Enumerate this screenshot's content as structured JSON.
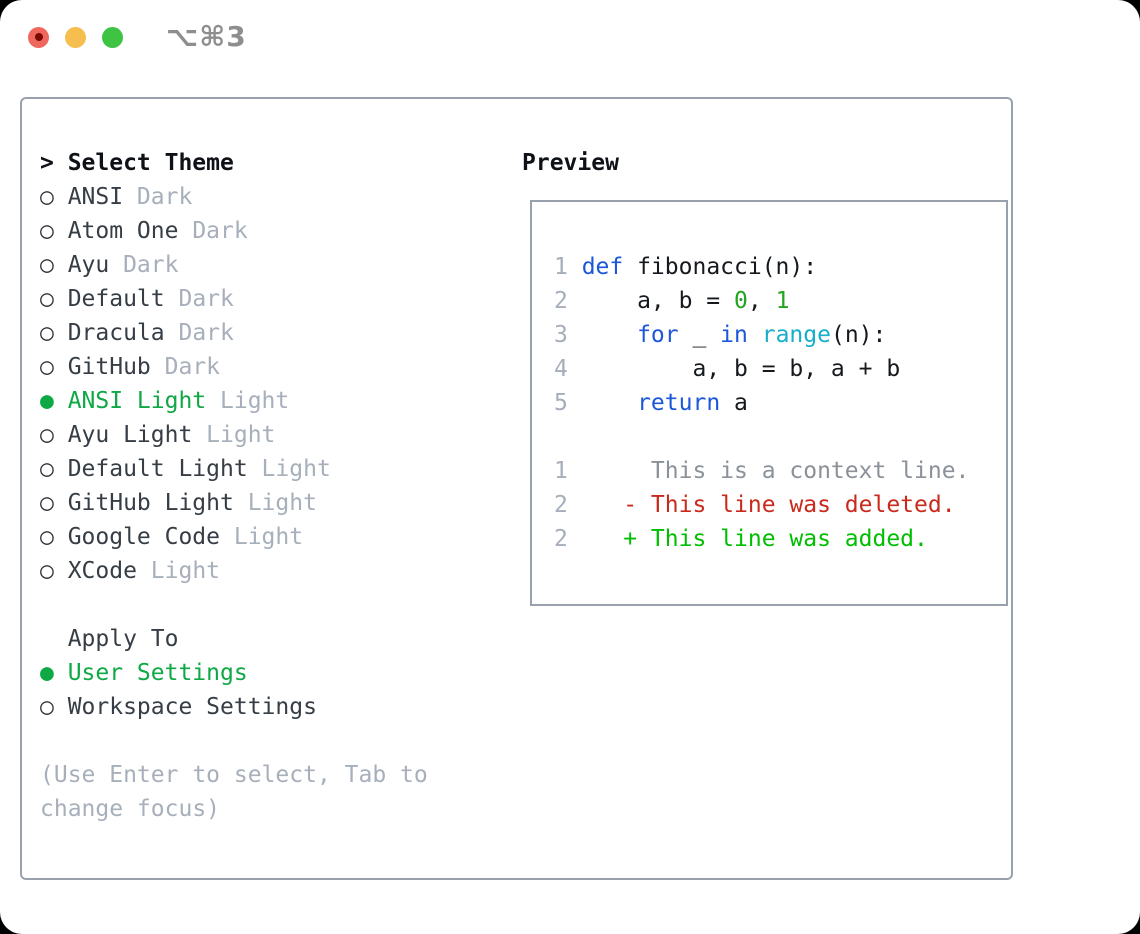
{
  "window": {
    "title": "⌥⌘3",
    "traffic_lights": {
      "close": "close-button",
      "minimize": "minimize-button",
      "zoom": "zoom-button"
    }
  },
  "icons": {
    "cursor": ">",
    "radio_unselected": "○",
    "radio_selected": "●"
  },
  "theme_list": {
    "header": "Select Theme",
    "items": [
      {
        "name": "ANSI",
        "variant": "Dark",
        "selected": false
      },
      {
        "name": "Atom One",
        "variant": "Dark",
        "selected": false
      },
      {
        "name": "Ayu",
        "variant": "Dark",
        "selected": false
      },
      {
        "name": "Default",
        "variant": "Dark",
        "selected": false
      },
      {
        "name": "Dracula",
        "variant": "Dark",
        "selected": false
      },
      {
        "name": "GitHub",
        "variant": "Dark",
        "selected": false
      },
      {
        "name": "ANSI Light",
        "variant": "Light",
        "selected": true
      },
      {
        "name": "Ayu Light",
        "variant": "Light",
        "selected": false
      },
      {
        "name": "Default Light",
        "variant": "Light",
        "selected": false
      },
      {
        "name": "GitHub Light",
        "variant": "Light",
        "selected": false
      },
      {
        "name": "Google Code",
        "variant": "Light",
        "selected": false
      },
      {
        "name": "XCode",
        "variant": "Light",
        "selected": false
      }
    ]
  },
  "apply_to": {
    "label": "Apply To",
    "options": [
      {
        "name": "User Settings",
        "selected": true
      },
      {
        "name": "Workspace Settings",
        "selected": false
      }
    ]
  },
  "help_lines": [
    "(Use Enter to select, Tab to",
    "change focus)"
  ],
  "preview": {
    "label": "Preview",
    "code_lines": [
      {
        "num": "1",
        "segments": [
          {
            "t": "def",
            "c": "kw"
          },
          {
            "t": " fibonacci(n):",
            "c": "plain"
          }
        ]
      },
      {
        "num": "2",
        "segments": [
          {
            "t": "    a, b = ",
            "c": "plain"
          },
          {
            "t": "0",
            "c": "num"
          },
          {
            "t": ", ",
            "c": "plain"
          },
          {
            "t": "1",
            "c": "num"
          }
        ]
      },
      {
        "num": "3",
        "segments": [
          {
            "t": "    ",
            "c": "plain"
          },
          {
            "t": "for",
            "c": "kw"
          },
          {
            "t": " _ ",
            "c": "plain"
          },
          {
            "t": "in",
            "c": "kw"
          },
          {
            "t": " ",
            "c": "plain"
          },
          {
            "t": "range",
            "c": "builtin"
          },
          {
            "t": "(n):",
            "c": "plain"
          }
        ]
      },
      {
        "num": "4",
        "segments": [
          {
            "t": "        a, b = b, a + b",
            "c": "plain"
          }
        ]
      },
      {
        "num": "5",
        "segments": [
          {
            "t": "    ",
            "c": "plain"
          },
          {
            "t": "return",
            "c": "kw"
          },
          {
            "t": " a",
            "c": "plain"
          }
        ]
      },
      {
        "num": "",
        "segments": []
      },
      {
        "num": "1",
        "segments": [
          {
            "t": "     This is a context line.",
            "c": "ctx"
          }
        ]
      },
      {
        "num": "2",
        "segments": [
          {
            "t": "   ",
            "c": "plain"
          },
          {
            "t": "- This line was deleted.",
            "c": "del"
          }
        ]
      },
      {
        "num": "2",
        "segments": [
          {
            "t": "   ",
            "c": "plain"
          },
          {
            "t": "+ This line was added.",
            "c": "add"
          }
        ]
      }
    ]
  },
  "colors": {
    "accent_green": "#0EA844",
    "keyword_blue": "#1B57D8",
    "builtin_cyan": "#15AECB",
    "number_green": "#21A41E",
    "deleted_red": "#C92A1C",
    "added_green": "#00BE00",
    "context_gray": "#8A9199",
    "muted_gray": "#A7AFBB",
    "border_gray": "#99A2AC",
    "traffic_red": "#F0685D",
    "traffic_yellow": "#F6BE4E",
    "traffic_green": "#3EC342"
  }
}
